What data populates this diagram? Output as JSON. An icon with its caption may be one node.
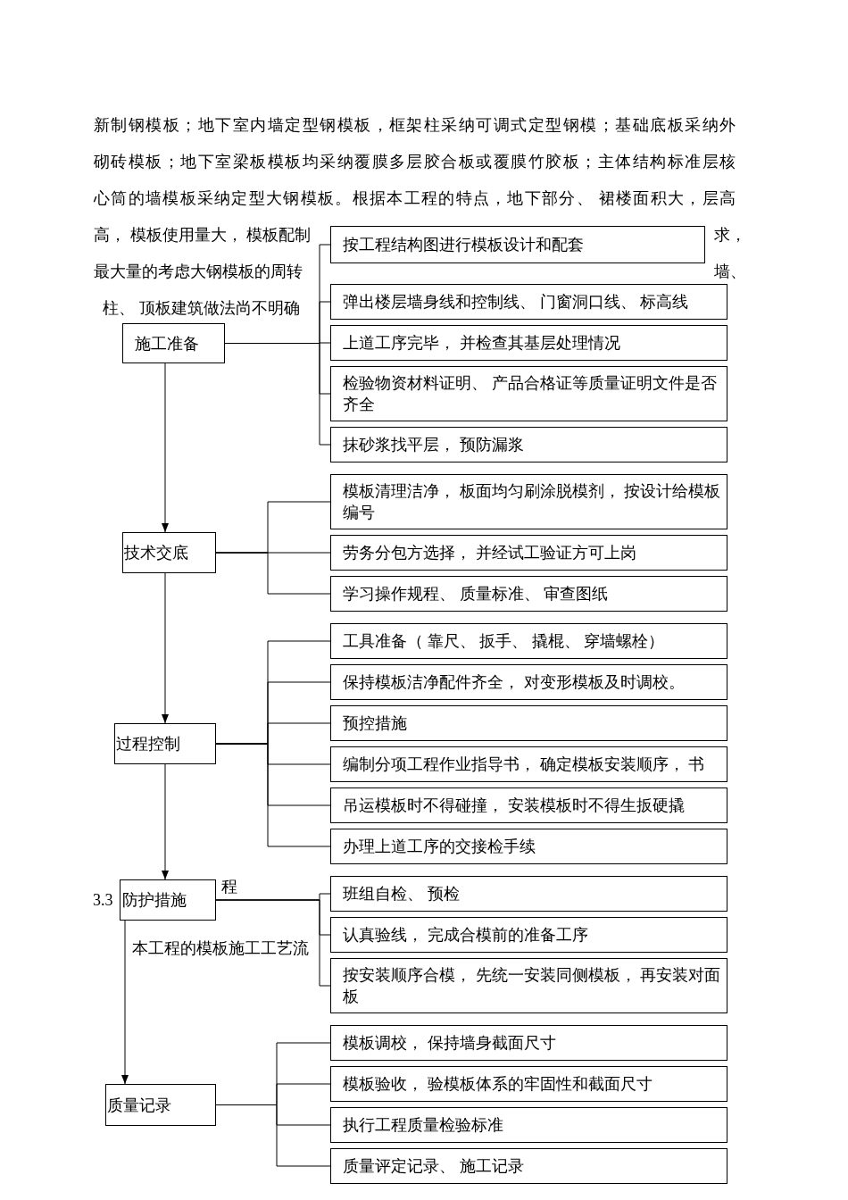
{
  "diagram": {
    "nodes": [
      {
        "text": [
          "施工准备"
        ]
      },
      {
        "text": [
          "按工程结构图进行模板设计和配套"
        ]
      },
      {
        "text": [
          "弹出楼层墙身线和控制线、 门窗洞口线、 标高线"
        ]
      },
      {
        "text": [
          "上道工序完毕， 并检查其基层处理情况"
        ]
      },
      {
        "text": [
          "检验物资材料证明、 产品合格证等质量证明文件是否齐全"
        ]
      },
      {
        "text": [
          "抹砂浆找平层， 预防漏浆"
        ]
      },
      {
        "text": [
          "技术交底"
        ]
      },
      {
        "text": [
          "模板清理洁净， 板面均匀刷涂脱模剂， 按设计给模板编号"
        ]
      },
      {
        "text": [
          "劳务分包方选择， 并经试工验证方可上岗"
        ]
      },
      {
        "text": [
          "学习操作规程、 质量标准、 审查图纸"
        ]
      },
      {
        "text": [
          "过程控制"
        ]
      },
      {
        "text": [
          "工具准备（ 靠尺、 扳手、 撬棍、 穿墙螺栓）"
        ]
      },
      {
        "text": [
          "保持模板洁净配件齐全， 对变形模板及时调校。"
        ]
      },
      {
        "text": [
          "预控措施"
        ]
      },
      {
        "text": [
          "编制分项工程作业指导书， 确定模板安装顺序， 书"
        ]
      },
      {
        "text": [
          "吊运模板时不得碰撞， 安装模板时不得生扳硬撬"
        ]
      },
      {
        "text": [
          "办理上道工序的交接检手续"
        ]
      },
      {
        "text": [
          "防护措施"
        ]
      },
      {
        "text": [
          "班组自检、 预检"
        ]
      },
      {
        "text": [
          "认真验线， 完成合模前的准备工序"
        ]
      },
      {
        "text": [
          "按安装顺序合模， 先统一安装同侧模板， 再安装对面板"
        ]
      },
      {
        "text": [
          "质量记录"
        ]
      },
      {
        "text": [
          "模板调校， 保持墙身截面尺寸"
        ]
      },
      {
        "text": [
          "模板验收， 验模板体系的牢固性和截面尺寸"
        ]
      },
      {
        "text": [
          "执行工程质量检验标准"
        ]
      },
      {
        "text": [
          "质量评定记录、 施工记录"
        ]
      }
    ],
    "edges": [
      {
        "from": 0,
        "to": 6,
        "arrow": "to"
      },
      {
        "from": 6,
        "to": 10,
        "arrow": "to"
      },
      {
        "from": 10,
        "to": 17,
        "arrow": "to"
      },
      {
        "from": 17,
        "to": 21,
        "arrow": "to"
      },
      {
        "from": 0,
        "to": 1,
        "arrow": "none"
      },
      {
        "from": 0,
        "to": 2,
        "arrow": "none"
      },
      {
        "from": 0,
        "to": 3,
        "arrow": "none"
      },
      {
        "from": 0,
        "to": 4,
        "arrow": "none"
      },
      {
        "from": 0,
        "to": 5,
        "arrow": "none"
      },
      {
        "from": 6,
        "to": 7,
        "arrow": "none"
      },
      {
        "from": 6,
        "to": 8,
        "arrow": "none"
      },
      {
        "from": 6,
        "to": 9,
        "arrow": "none"
      },
      {
        "from": 10,
        "to": 11,
        "arrow": "none"
      },
      {
        "from": 10,
        "to": 12,
        "arrow": "none"
      },
      {
        "from": 10,
        "to": 13,
        "arrow": "none"
      },
      {
        "from": 10,
        "to": 14,
        "arrow": "none"
      },
      {
        "from": 10,
        "to": 15,
        "arrow": "none"
      },
      {
        "from": 10,
        "to": 16,
        "arrow": "none"
      },
      {
        "from": 17,
        "to": 18,
        "arrow": "none"
      },
      {
        "from": 17,
        "to": 19,
        "arrow": "none"
      },
      {
        "from": 17,
        "to": 20,
        "arrow": "none"
      },
      {
        "from": 21,
        "to": 22,
        "arrow": "none"
      },
      {
        "from": 21,
        "to": 23,
        "arrow": "none"
      },
      {
        "from": 21,
        "to": 24,
        "arrow": "none"
      },
      {
        "from": 21,
        "to": 25,
        "arrow": "none"
      }
    ],
    "labels": [
      "新制钢模板；地下室内墙定型钢模板，框架柱采纳可调式定型钢模；基础底板采纳外砌砖模板；地下室梁板模板均采纳覆膜多层胶合板或覆膜竹胶板；主体结构标准层核心筒的墙模板采纳定型大钢模板。根据本工程的特点，地下部分、 裙楼面积大，层高",
      "高， 模板使用量大， 模板配制",
      "求，",
      "最大量的考虑大钢模板的周转",
      "墙、",
      "柱、 顶板建筑做法尚不明确",
      "3.3",
      "程",
      "本工程的模板施工工艺流"
    ]
  }
}
